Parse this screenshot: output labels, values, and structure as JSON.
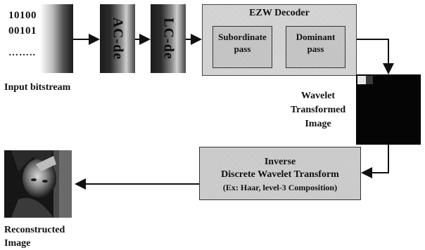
{
  "input": {
    "bits_line1": "10100",
    "bits_line2": "00101",
    "bits_line3": "……..",
    "label": "Input bitstream"
  },
  "blocks": {
    "ac_label": "AC-de",
    "lc_label": "LC-de"
  },
  "ezw": {
    "title": "EZW Decoder",
    "subordinate_line1": "Subordinate",
    "subordinate_line2": "pass",
    "dominant_line1": "Dominant",
    "dominant_line2": "pass"
  },
  "wavelet": {
    "label_line1": "Wavelet",
    "label_line2": "Transformed",
    "label_line3": "Image"
  },
  "inverse": {
    "line1": "Inverse",
    "line2": "Discrete Wavelet Transform",
    "line3": "(Ex: Haar, level-3 Composition)"
  },
  "output": {
    "label_line1": "Reconstructed",
    "label_line2": "Image"
  },
  "colors": {
    "box_fill": "#d6d6d6",
    "arrow": "#111111"
  }
}
